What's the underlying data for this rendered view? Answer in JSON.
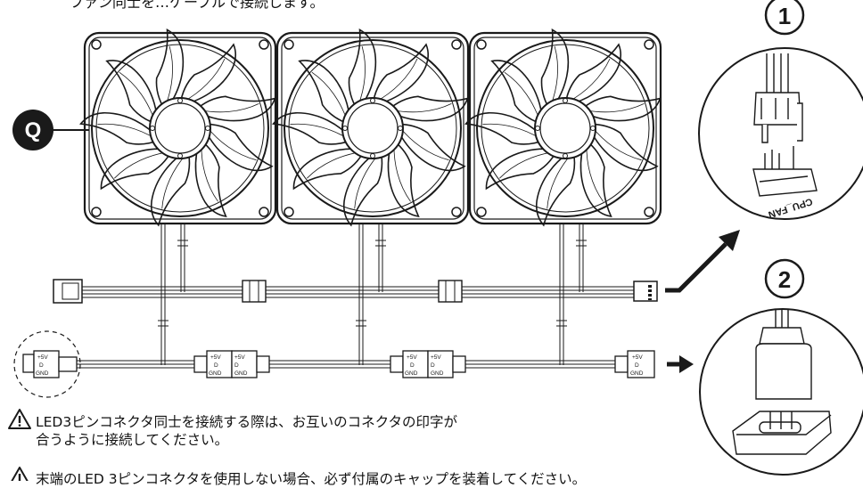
{
  "header": {
    "caption": "ファン同士を…ケーブルで接続します。"
  },
  "labels": {
    "part": "Q",
    "num1": "1",
    "num2": "2"
  },
  "connector_text": {
    "v": "+5V",
    "d": "D",
    "gnd": "GND"
  },
  "inset1": {
    "label": "CPU_FAN"
  },
  "notes": [
    {
      "icon": "warning-icon",
      "lines": [
        "LED3ピンコネクタ同士を接続する際は、お互いのコネクタの印字が",
        "合うように接続してください。"
      ]
    },
    {
      "icon": "warning-icon",
      "lines": [
        "末端のLED 3ピンコネクタを使用しない場合、必ず付属のキャップを装着してください。"
      ]
    }
  ],
  "colors": {
    "ink": "#1a1a1a",
    "background": "#ffffff",
    "badge": "#1a1a1a"
  }
}
